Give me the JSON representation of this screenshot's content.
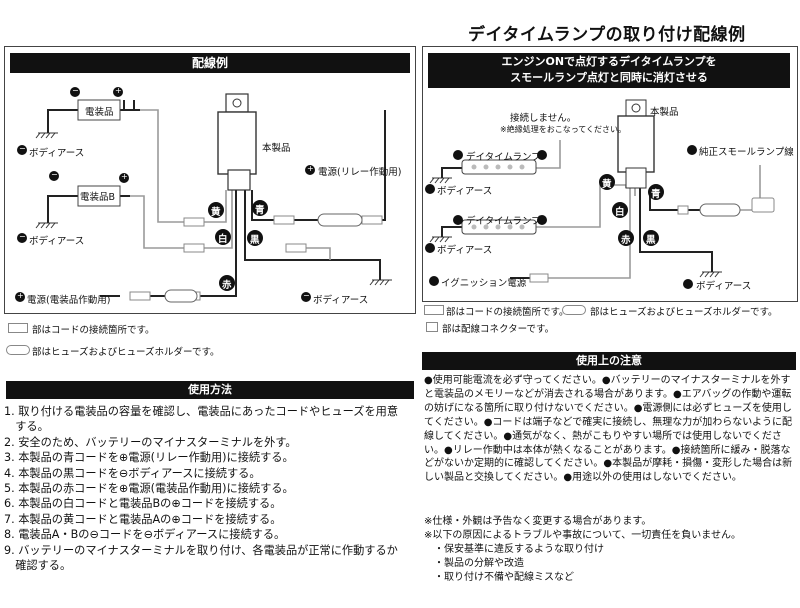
{
  "main_title": "デイタイムランプの取り付け配線例",
  "left_diagram": {
    "title": "配線例",
    "product": "本製品",
    "device": "電装品",
    "device_b": "電装品B",
    "body_earth": "ボディアース",
    "relay_power": "電源(リレー作動用)",
    "device_power": "電源(電装品作動用)",
    "wire_yellow": "黄",
    "wire_white": "白",
    "wire_red": "赤",
    "wire_blue": "青",
    "wire_black": "黒",
    "minus": "−",
    "plus": "+"
  },
  "right_diagram": {
    "title_line1": "エンジンONで点灯するデイタイムランプを",
    "title_line2": "スモールランプ点灯と同時に消灯させる",
    "not_connected": "接続しません。",
    "insulate_note": "※絶縁処理をおこなってください。",
    "product": "本製品",
    "daytime_lamp": "デイタイムランプ",
    "body_earth": "ボディアース",
    "genuine_small_lamp": "純正スモールランプ線",
    "ignition_power": "イグニッション電源",
    "wire_yellow": "黄",
    "wire_white": "白",
    "wire_red": "赤",
    "wire_blue": "青",
    "wire_black": "黒"
  },
  "left_legend": {
    "code_connection": "部はコードの接続箇所です。",
    "fuse_holder": "部はヒューズおよびヒューズホルダーです。"
  },
  "right_legend": {
    "code_connection": "部はコードの接続箇所です。",
    "fuse_holder": "部はヒューズおよびヒューズホルダーです。",
    "connector": "部は配線コネクターです。"
  },
  "usage": {
    "title": "使用方法",
    "steps": [
      "1. 取り付ける電装品の容量を確認し、電装品にあったコードやヒューズを用意",
      "　する。",
      "2. 安全のため、バッテリーのマイナスターミナルを外す。",
      "3. 本製品の青コードを⊕電源(リレー作動用)に接続する。",
      "4. 本製品の黒コードを⊖ボディアースに接続する。",
      "5. 本製品の赤コードを⊕電源(電装品作動用)に接続する。",
      "6. 本製品の白コードと電装品Bの⊕コードを接続する。",
      "7. 本製品の黄コードと電装品Aの⊕コードを接続する。",
      "8. 電装品A・Bの⊖コードを⊖ボディアースに接続する。",
      "9. バッテリーのマイナスターミナルを取り付け、各電装品が正常に作動するか",
      "　確認する。"
    ]
  },
  "caution": {
    "title": "使用上の注意",
    "text": "●使用可能電流を必ず守ってください。●バッテリーのマイナスターミナルを外すと電装品のメモリーなどが消去される場合があります。●エアバッグの作動や運転の妨げになる箇所に取り付けないでください。●電源側には必ずヒューズを使用してください。●コードは端子などで確実に接続し、無理な力が加わらないように配線してください。●通気がなく、熱がこもりやすい場所では使用しないでください。●リレー作動中は本体が熱くなることがあります。●接続箇所に緩み・脱落などがないか定期的に確認してください。●本製品が摩耗・損傷・変形した場合は新しい製品と交換してください。●用途以外の使用はしないでください。"
  },
  "notes": {
    "spec_change": "※仕様・外観は予告なく変更する場合があります。",
    "disclaimer": "※以下の原因によるトラブルや事故について、一切責任を負いません。",
    "items": [
      "・保安基準に違反するような取り付け",
      "・製品の分解や改造",
      "・取り付け不備や配線ミスなど"
    ]
  }
}
